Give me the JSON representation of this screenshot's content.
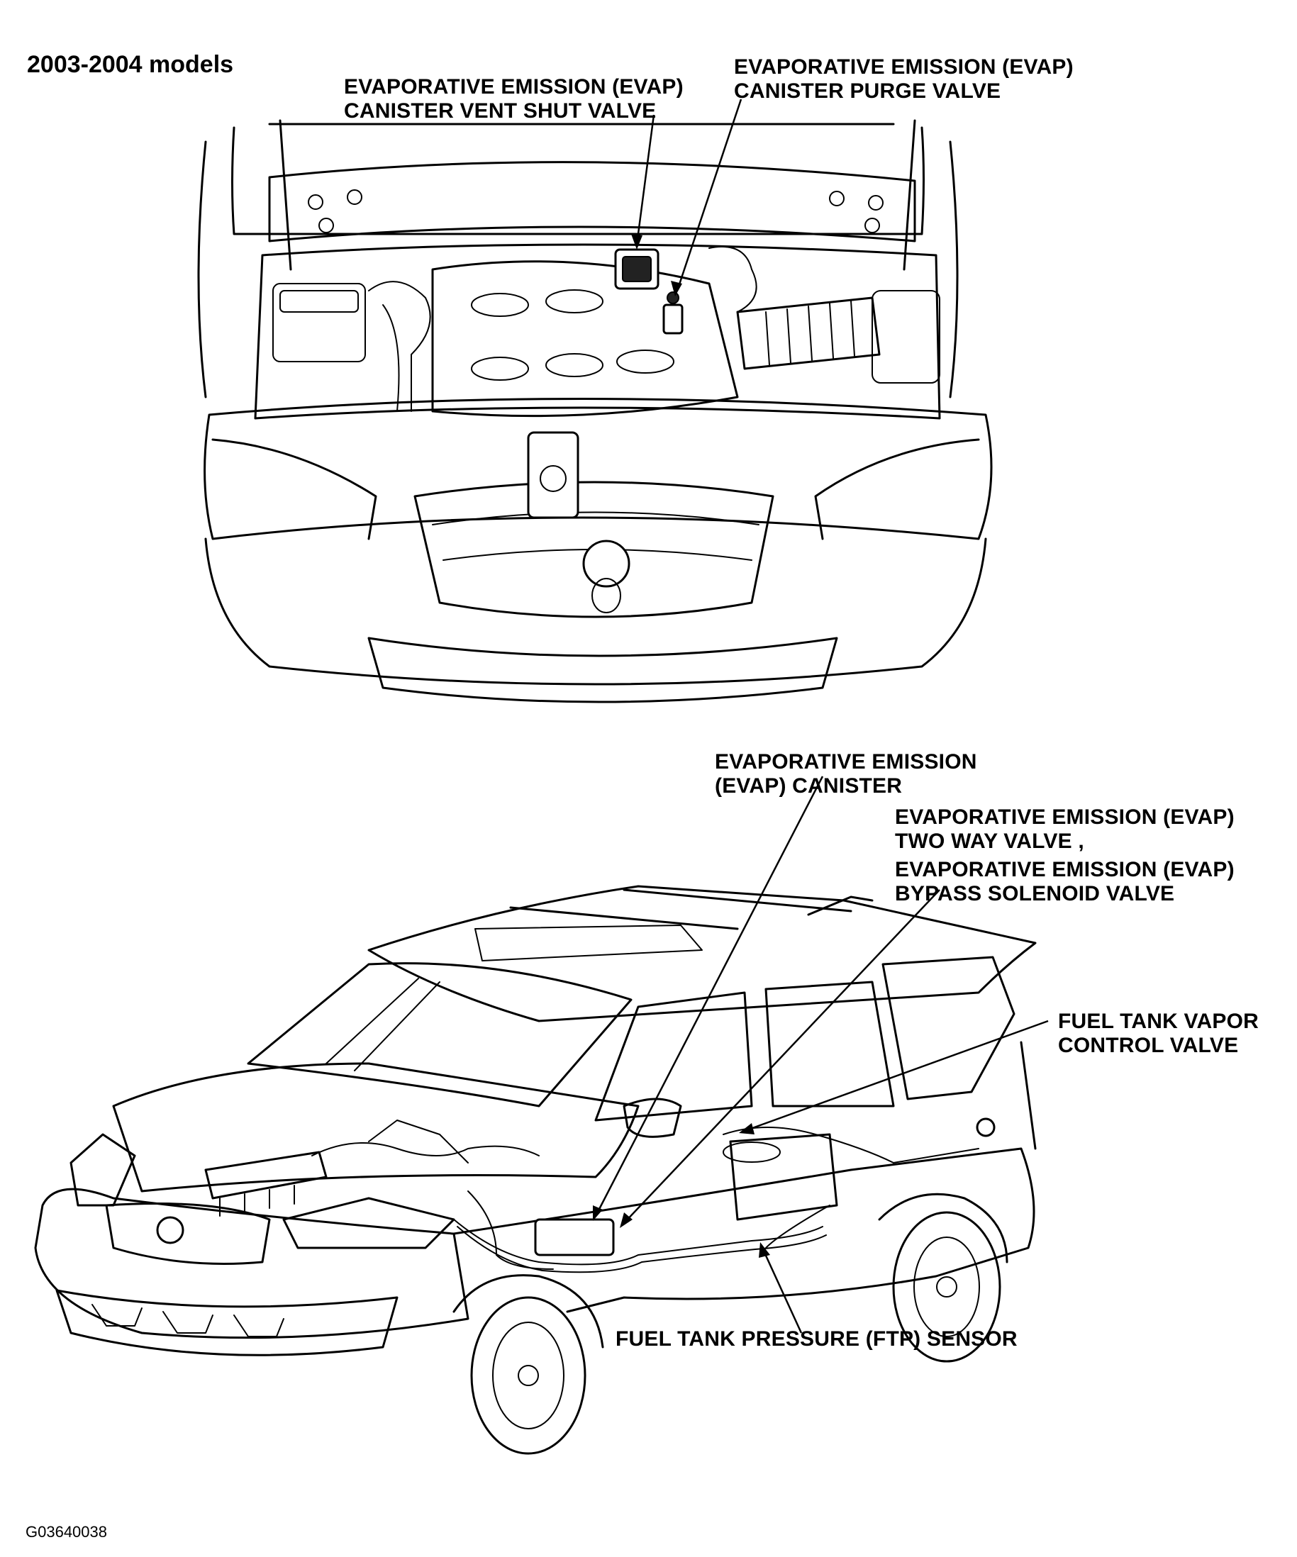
{
  "heading": "2003-2004 models",
  "figure_code": "G03640038",
  "labels": {
    "vent_shut_valve": {
      "line1": "EVAPORATIVE EMISSION (EVAP)",
      "line2": "CANISTER VENT SHUT VALVE"
    },
    "purge_valve": {
      "line1": "EVAPORATIVE EMISSION (EVAP)",
      "line2": "CANISTER PURGE VALVE"
    },
    "canister": {
      "line1": "EVAPORATIVE EMISSION",
      "line2": "(EVAP) CANISTER"
    },
    "two_way_valve": {
      "line1": "EVAPORATIVE EMISSION (EVAP)",
      "line2": "TWO WAY VALVE ,"
    },
    "bypass_valve": {
      "line1": "EVAPORATIVE EMISSION (EVAP)",
      "line2": "BYPASS SOLENOID VALVE"
    },
    "vapor_control_valve": {
      "line1": "FUEL TANK VAPOR",
      "line2": "CONTROL VALVE"
    },
    "ftp_sensor": {
      "line1": "FUEL TANK PRESSURE (FTP) SENSOR"
    }
  }
}
